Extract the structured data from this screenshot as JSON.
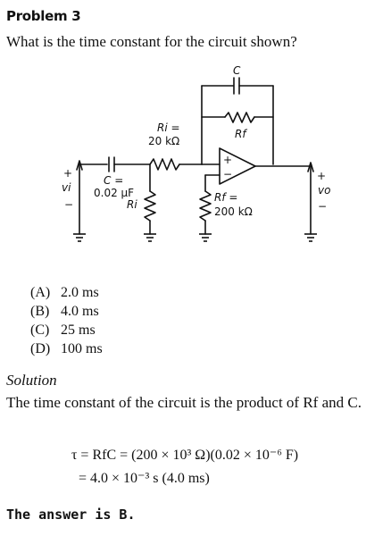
{
  "problem": {
    "heading": "Problem 3",
    "question": "What is the time constant for the circuit shown?"
  },
  "circuit": {
    "label_c_feedback": "C",
    "label_rf_feedback": "Rf",
    "label_ri_line1": "Ri =",
    "label_ri_line2": "20 kΩ",
    "label_c_input_line1": "C =",
    "label_c_input_line2": "0.02 μF",
    "label_ri_shunt": "Ri",
    "label_rf_shunt_line1": "Rf =",
    "label_rf_shunt_line2": "200 kΩ",
    "label_vi": "vi",
    "label_vo": "vo",
    "op_amp_plus": "+",
    "op_amp_minus": "−",
    "vi_plus": "+",
    "vi_minus": "−",
    "vo_plus": "+",
    "vo_minus": "−"
  },
  "choices": [
    {
      "letter": "(A)",
      "text": "2.0 ms"
    },
    {
      "letter": "(B)",
      "text": "4.0 ms"
    },
    {
      "letter": "(C)",
      "text": "25 ms"
    },
    {
      "letter": "(D)",
      "text": "100 ms"
    }
  ],
  "solution": {
    "label": "Solution",
    "text": "The time constant of the circuit is the product of Rf and C.",
    "equation_line1": "τ = RfC = (200 × 10³ Ω)(0.02 × 10⁻⁶ F)",
    "equation_line2": "= 4.0 × 10⁻³ s  (4.0 ms)",
    "answer": "The answer is B."
  }
}
